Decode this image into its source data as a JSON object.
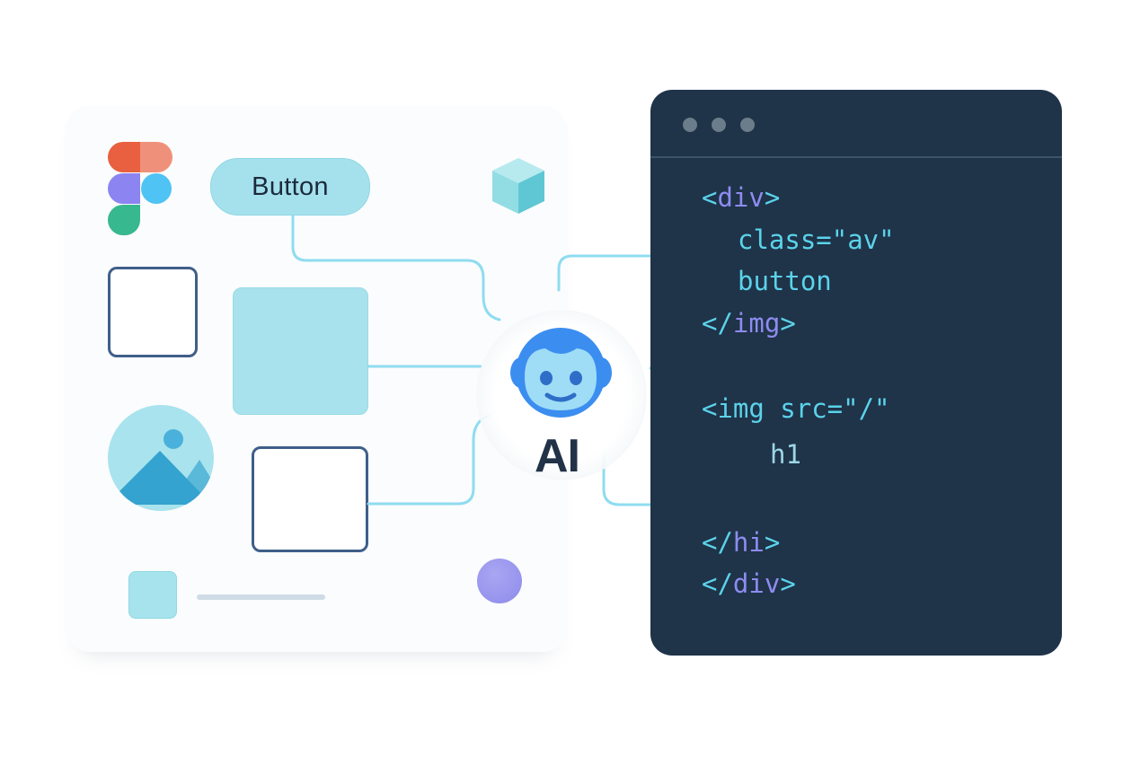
{
  "design_panel": {
    "figma_logo": "figma-logo",
    "button_label": "Button",
    "elements": [
      {
        "type": "outline-square",
        "name": "frame-placeholder"
      },
      {
        "type": "filled-square",
        "name": "container-block"
      },
      {
        "type": "image-placeholder",
        "name": "image-icon"
      },
      {
        "type": "outline-square",
        "name": "frame-placeholder-2"
      },
      {
        "type": "small-square",
        "name": "list-thumbnail"
      },
      {
        "type": "text-line",
        "name": "text-placeholder"
      }
    ],
    "decorations": [
      "cube-icon",
      "purple-circle"
    ]
  },
  "ai_hub": {
    "icon": "robot-face-icon",
    "label": "AI"
  },
  "code_editor": {
    "window_dots": 3,
    "lines": [
      {
        "open": "<",
        "tag": "div",
        "close": ">"
      },
      {
        "text": "class=\"av\""
      },
      {
        "text": "button"
      },
      {
        "open": "</",
        "tag": "img",
        "close": ">"
      },
      {
        "text": "<img src=\"/\""
      },
      {
        "text": "h1"
      },
      {
        "open": "</",
        "tag": "hi",
        "close": ">"
      },
      {
        "open": "</",
        "tag": "div",
        "close": ">"
      }
    ]
  },
  "colors": {
    "editor_bg": "#1f3349",
    "code_cyan": "#5bd3ea",
    "code_purple": "#8e8cf0",
    "accent_light": "#a8e2ec",
    "outline_navy": "#3f5f8a",
    "ai_blue": "#3b8ef0",
    "wire": "#7dd6ef"
  }
}
